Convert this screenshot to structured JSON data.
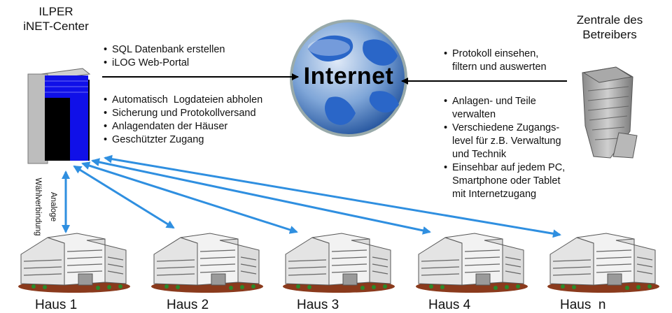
{
  "left_title": {
    "line1": "ILPER",
    "line2": "iNET-Center"
  },
  "right_title": {
    "line1": "Zentrale des",
    "line2": "Betreibers"
  },
  "internet": {
    "label": "Internet"
  },
  "left_bullets_top": [
    "SQL Datenbank erstellen",
    "iLOG Web-Portal"
  ],
  "left_bullets_bottom": [
    "Automatisch  Logdateien abholen",
    "Sicherung und Protokollversand",
    "Anlagendaten der Häuser",
    "Geschützter Zugang"
  ],
  "right_bullets_top": [
    "Protokoll einsehen,\nfiltern und auswerten"
  ],
  "right_bullets_bottom": [
    "Anlagen- und Teile\nverwalten",
    "Verschiedene Zugangs-\nlevel für z.B. Verwaltung\nund Technik",
    "Einsehbar auf jedem PC,\nSmartphone oder Tablet\nmit Internetzugang"
  ],
  "analog_link": {
    "line1": "Analoge",
    "line2": "Wählverbindung"
  },
  "houses": [
    "Haus 1",
    "Haus 2",
    "Haus 3",
    "Haus 4",
    "Haus  n"
  ],
  "colors": {
    "arrow_blue": "#2f8fe0",
    "server_blue": "#1010e8",
    "globe_blue": "#2a66c8",
    "ground_brown": "#8a3a1c"
  },
  "icons": {
    "server": "server-tower-icon",
    "office": "office-tower-icon",
    "globe": "globe-icon",
    "house": "office-building-icon"
  }
}
